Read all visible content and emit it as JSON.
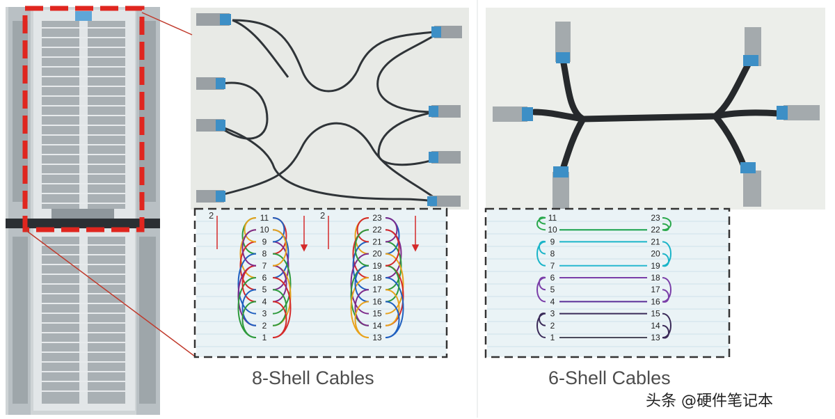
{
  "captions": {
    "left": "8-Shell Cables",
    "right": "6-Shell Cables"
  },
  "watermark": "头条 @硬件笔记本",
  "diagram_8shell": {
    "left_ports": [
      "11",
      "10",
      "9",
      "8",
      "7",
      "6",
      "5",
      "4",
      "3",
      "2",
      "1"
    ],
    "right_ports": [
      "23",
      "22",
      "21",
      "20",
      "19",
      "18",
      "17",
      "16",
      "15",
      "14",
      "13"
    ],
    "partial_labels": [
      "2",
      "2"
    ],
    "colors": [
      "#2e9a3c",
      "#e8a21c",
      "#d42a2a",
      "#1f5fbf",
      "#7d2a8a"
    ]
  },
  "diagram_6shell": {
    "left_ports": [
      "11",
      "10",
      "9",
      "8",
      "7",
      "6",
      "5",
      "4",
      "3",
      "2",
      "1"
    ],
    "right_ports": [
      "23",
      "22",
      "21",
      "20",
      "19",
      "18",
      "17",
      "16",
      "15",
      "14",
      "13"
    ],
    "colors": [
      "#2aa84c",
      "#17a24a",
      "#1ab4c8",
      "#16b0c4",
      "#28b8d0",
      "#7a3ea8",
      "#6a35a0",
      "#5a2e98",
      "#3a2a58",
      "#2a2a3a",
      "#4a4a5a"
    ]
  }
}
